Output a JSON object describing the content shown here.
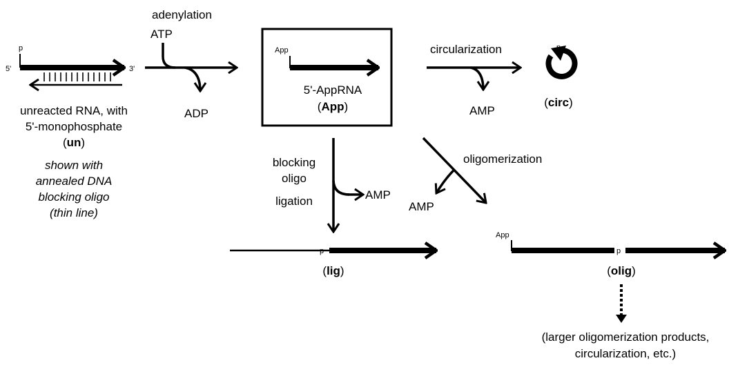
{
  "labels": {
    "p": "p",
    "five_prime": "5'",
    "three_prime": "3'",
    "adenylation": "adenylation",
    "atp": "ATP",
    "adp": "ADP",
    "app": "App",
    "app_rna_line1": "5'-AppRNA",
    "app_rna_abbr": "App",
    "circularization": "circularization",
    "amp": "AMP",
    "circ_abbr": "circ",
    "unreacted_line1": "unreacted RNA, with",
    "unreacted_line2": "5'-monophosphate",
    "un_abbr": "un",
    "note_line1": "shown with",
    "note_line2": "annealed DNA",
    "note_line3": "blocking oligo",
    "note_line4": "(thin line)",
    "blocking": "blocking",
    "oligo": "oligo",
    "ligation": "ligation",
    "oligomerization": "oligomerization",
    "lig_abbr": "lig",
    "olig_abbr": "olig",
    "larger_line1": "(larger oligomerization products,",
    "larger_line2": "circularization, etc.)",
    "open_paren": "(",
    "close_paren": ")"
  }
}
